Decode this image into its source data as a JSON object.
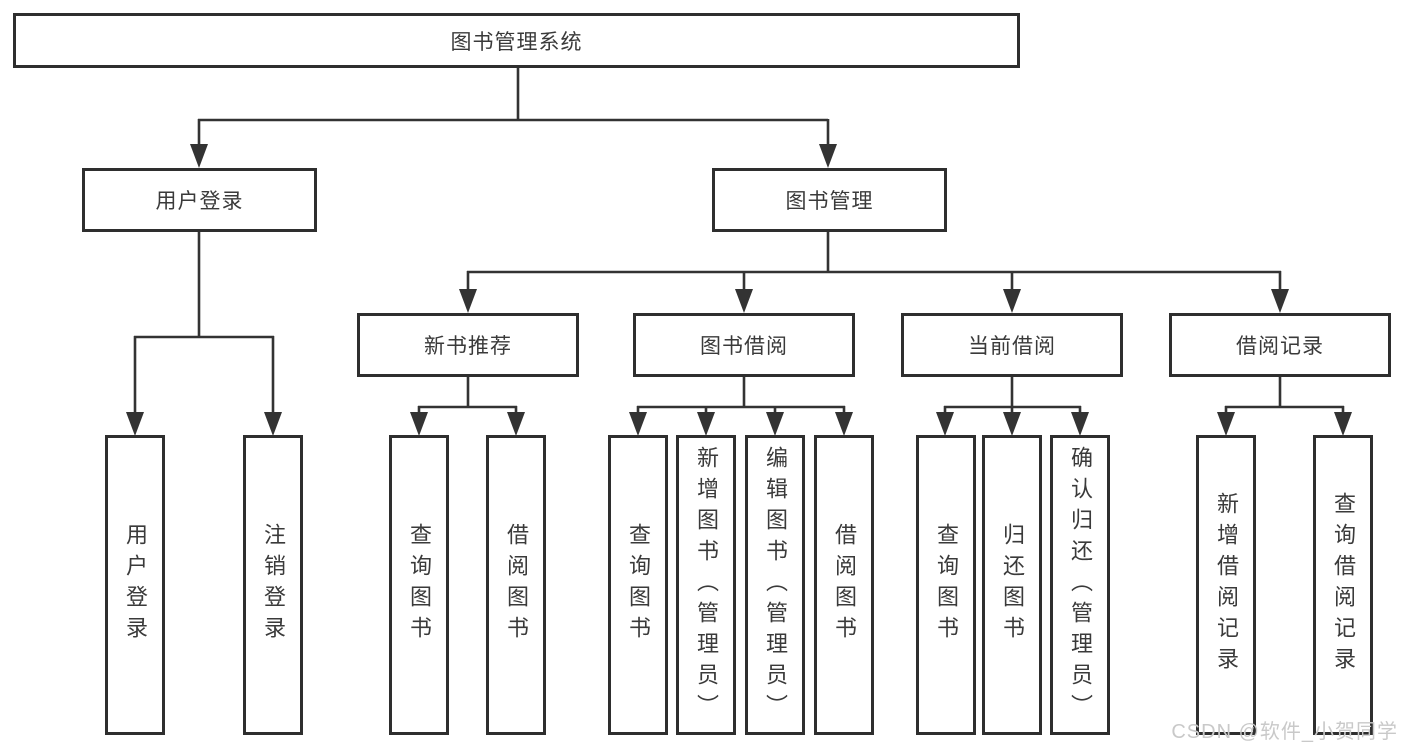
{
  "diagram_title": "图书管理系统",
  "tree": {
    "root": {
      "label": "图书管理系统"
    },
    "level2": [
      {
        "label": "用户登录",
        "parent": "图书管理系统"
      },
      {
        "label": "图书管理",
        "parent": "图书管理系统"
      }
    ],
    "level3": [
      {
        "label": "新书推荐",
        "parent": "图书管理"
      },
      {
        "label": "图书借阅",
        "parent": "图书管理"
      },
      {
        "label": "当前借阅",
        "parent": "图书管理"
      },
      {
        "label": "借阅记录",
        "parent": "图书管理"
      }
    ],
    "leaves": [
      {
        "label": "用户登录",
        "parent": "用户登录"
      },
      {
        "label": "注销登录",
        "parent": "用户登录"
      },
      {
        "label": "查询图书",
        "parent": "新书推荐"
      },
      {
        "label": "借阅图书",
        "parent": "新书推荐"
      },
      {
        "label": "查询图书",
        "parent": "图书借阅"
      },
      {
        "label": "新增图书（管理员）",
        "parent": "图书借阅"
      },
      {
        "label": "编辑图书（管理员）",
        "parent": "图书借阅"
      },
      {
        "label": "借阅图书",
        "parent": "图书借阅"
      },
      {
        "label": "查询图书",
        "parent": "当前借阅"
      },
      {
        "label": "归还图书",
        "parent": "当前借阅"
      },
      {
        "label": "确认归还（管理员）",
        "parent": "当前借阅"
      },
      {
        "label": "新增借阅记录",
        "parent": "借阅记录"
      },
      {
        "label": "查询借阅记录",
        "parent": "借阅记录"
      }
    ]
  },
  "watermark": {
    "text": "CSDN @软件_小贺同学"
  },
  "colors": {
    "line": "#333333",
    "border": "#2e2e2e",
    "text": "#3a3a3a",
    "fill": "#ffffff",
    "background": "#ffffff",
    "watermark": "#c9c9c9"
  }
}
